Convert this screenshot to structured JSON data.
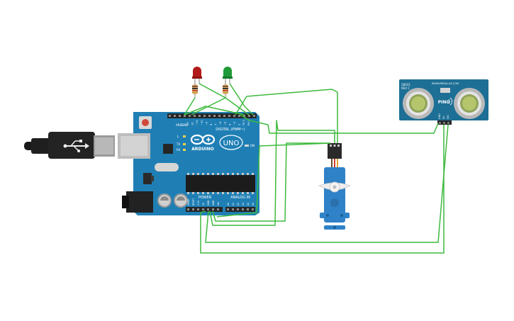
{
  "arduino": {
    "brand": "ARDUINO",
    "model": "UNO",
    "digital_header": "DIGITAL (PWM~)",
    "power_header": "POWER",
    "analog_header": "ANALOG IN",
    "aref": "AREF",
    "gnd": "GND",
    "l_led": "L",
    "tx": "TX",
    "rx": "RX",
    "on": "ON",
    "digital_pins": [
      "13",
      "12",
      "~11",
      "~10",
      "~9",
      "8",
      "7",
      "~6",
      "~5",
      "4",
      "~3",
      "2",
      "TX 1",
      "RX 0"
    ],
    "power_pins": [
      "IOREF",
      "RESET",
      "3.3V",
      "5V",
      "GND",
      "GND",
      "Vin"
    ],
    "analog_pins": [
      "A0",
      "A1",
      "A2",
      "A3",
      "A4",
      "A5"
    ],
    "board_color": "#1f7fb5"
  },
  "sensor": {
    "part": "28015",
    "rev": "REV C",
    "brand": "WWW.PARALLAX.COM",
    "name": "PING",
    "pins": [
      "GND",
      "5V",
      "SIG"
    ],
    "board_color": "#1d6f95"
  },
  "leds": [
    {
      "color": "#b21a1a"
    },
    {
      "color": "#1f9a3a"
    }
  ],
  "wire_color": "#3dba3d",
  "servo_color": "#2f82c7"
}
